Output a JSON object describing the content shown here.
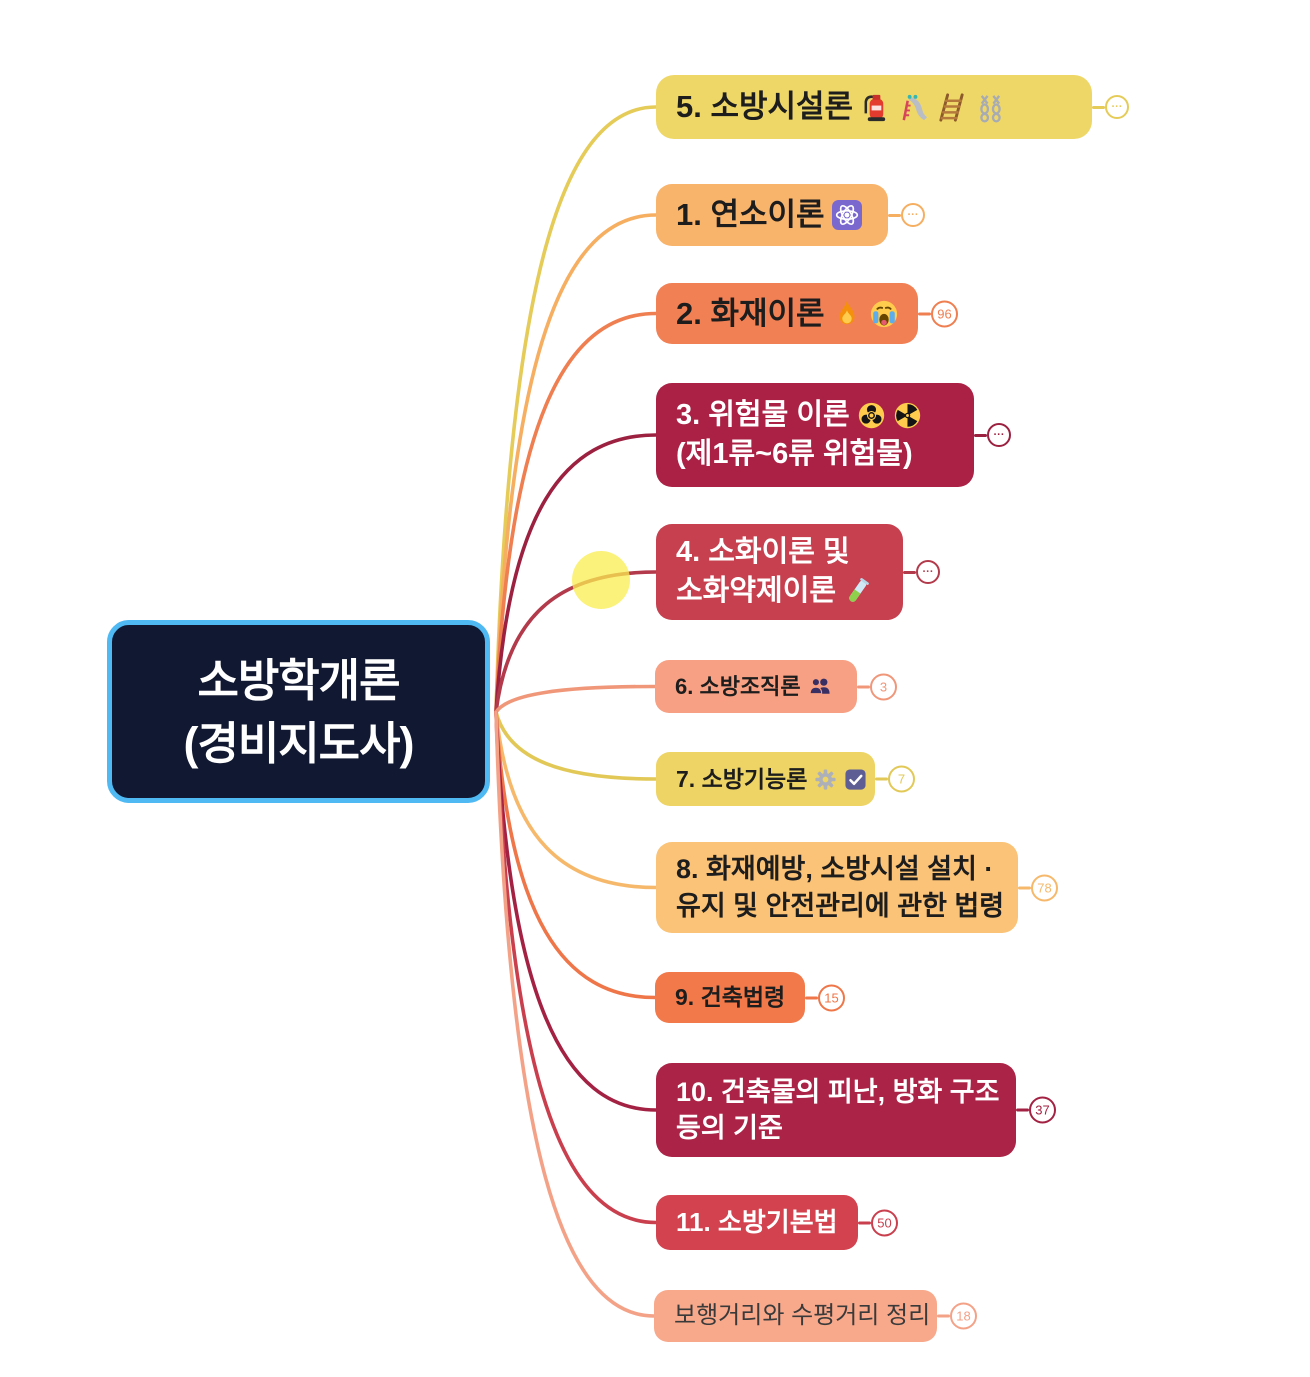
{
  "central_node": {
    "lines": [
      "소방학개론",
      "(경비지도사)"
    ],
    "bg_color": "#111831",
    "border_color": "#4FB9F3",
    "text_color": "#FFFFFF"
  },
  "branches": [
    {
      "label_lines": [
        {
          "text": "5. 소방시설론",
          "icons": [
            "fire-extinguisher-icon",
            "slide-icon",
            "ladder-icon",
            "chains-icon"
          ]
        }
      ],
      "bg": "#EFD767",
      "text": "#1D1D1D",
      "accent": "#E5CB58",
      "badge": "···",
      "badge_type": "collapsed"
    },
    {
      "label_lines": [
        {
          "text": "1. 연소이론",
          "icons": [
            "atom-icon"
          ]
        }
      ],
      "bg": "#F9B46C",
      "text": "#1D1D1D",
      "accent": "#F6AE61",
      "badge": "···",
      "badge_type": "collapsed"
    },
    {
      "label_lines": [
        {
          "text": "2. 화재이론",
          "icons": [
            "flame-icon",
            "crying-face-icon"
          ]
        }
      ],
      "bg": "#F28055",
      "text": "#1D1D1D",
      "accent": "#EF7E50",
      "badge": "96",
      "badge_type": "count"
    },
    {
      "label_lines": [
        {
          "text": "3. 위험물 이론",
          "icons": [
            "biohazard-icon",
            "radioactive-icon"
          ]
        },
        {
          "text": "(제1류~6류 위험물)",
          "icons": []
        }
      ],
      "bg": "#AB2145",
      "text": "#FFFFFF",
      "accent": "#9C2040",
      "badge": "···",
      "badge_type": "collapsed"
    },
    {
      "label_lines": [
        {
          "text": "4. 소화이론 및",
          "icons": []
        },
        {
          "text": "소화약제이론",
          "icons": [
            "test-tube-icon"
          ]
        }
      ],
      "bg": "#C6404F",
      "text": "#FFFFFF",
      "accent": "#B23A4B",
      "badge": "···",
      "badge_type": "collapsed"
    },
    {
      "label_lines": [
        {
          "text": "6. 소방조직론",
          "icons": [
            "busts-icon"
          ]
        }
      ],
      "bg": "#F7A083",
      "text": "#1D1D1D",
      "accent": "#F0977A",
      "badge": "3",
      "badge_type": "count"
    },
    {
      "label_lines": [
        {
          "text": "7. 소방기능론",
          "icons": [
            "gear-icon",
            "checkbox-icon"
          ]
        }
      ],
      "bg": "#EDD464",
      "text": "#1D1D1D",
      "accent": "#E2C957",
      "badge": "7",
      "badge_type": "count"
    },
    {
      "label_lines": [
        {
          "text": "8. 화재예방, 소방시설 설치 ·",
          "icons": []
        },
        {
          "text": "유지 및 안전관리에 관한 법령",
          "icons": []
        }
      ],
      "bg": "#FAC377",
      "text": "#1D1D1D",
      "accent": "#F6B96C",
      "badge": "78",
      "badge_type": "count"
    },
    {
      "label_lines": [
        {
          "text": "9. 건축법령",
          "icons": []
        }
      ],
      "bg": "#F2794A",
      "text": "#1D1D1D",
      "accent": "#EF7648",
      "badge": "15",
      "badge_type": "count"
    },
    {
      "label_lines": [
        {
          "text": "10. 건축물의 피난, 방화 구조",
          "icons": []
        },
        {
          "text": "등의 기준",
          "icons": []
        }
      ],
      "bg": "#AB2346",
      "text": "#FFFFFF",
      "accent": "#A32243",
      "badge": "37",
      "badge_type": "count"
    },
    {
      "label_lines": [
        {
          "text": "11. 소방기본법",
          "icons": []
        }
      ],
      "bg": "#D2424F",
      "text": "#FFFFFF",
      "accent": "#C93F4D",
      "badge": "50",
      "badge_type": "count"
    },
    {
      "label_lines": [
        {
          "text": "보행거리와 수평거리 정리",
          "icons": []
        }
      ],
      "bg": "#F8A98C",
      "text": "#3A3A3A",
      "accent": "#F4A287",
      "badge": "18",
      "badge_type": "count"
    }
  ],
  "highlight": {
    "color": "#F9ED50"
  }
}
